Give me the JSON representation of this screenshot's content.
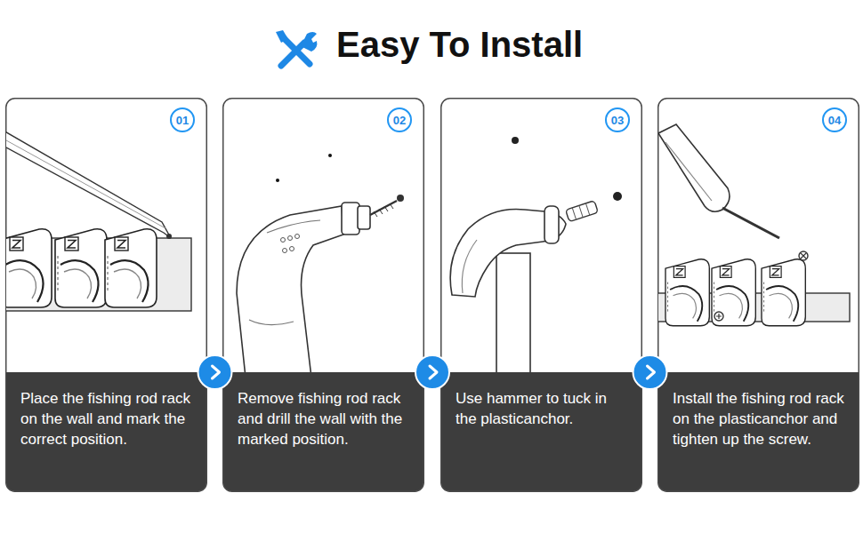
{
  "diagram": {
    "title": "Easy To Install",
    "nodes": [
      {
        "text": [
          "Place the fishing rod rack on the wall and mark the correct position."
        ]
      },
      {
        "text": [
          "01"
        ],
        "in": 0
      },
      {
        "text": [
          "Remove fishing rod rack and drill the wall with the marked position."
        ]
      },
      {
        "text": [
          "02"
        ],
        "in": 2
      },
      {
        "text": [
          "Use hammer to tuck in the plasticanchor."
        ]
      },
      {
        "text": [
          "03"
        ],
        "in": 4
      },
      {
        "text": [
          "Install the fishing rod rack on the plasticanchor and tighten up the screw."
        ]
      },
      {
        "text": [
          "04"
        ],
        "in": 6
      }
    ],
    "edges": [
      {
        "from": 0,
        "to": 2,
        "arrow": "to"
      },
      {
        "from": 2,
        "to": 4,
        "arrow": "to"
      },
      {
        "from": 4,
        "to": 6,
        "arrow": "to"
      }
    ]
  }
}
